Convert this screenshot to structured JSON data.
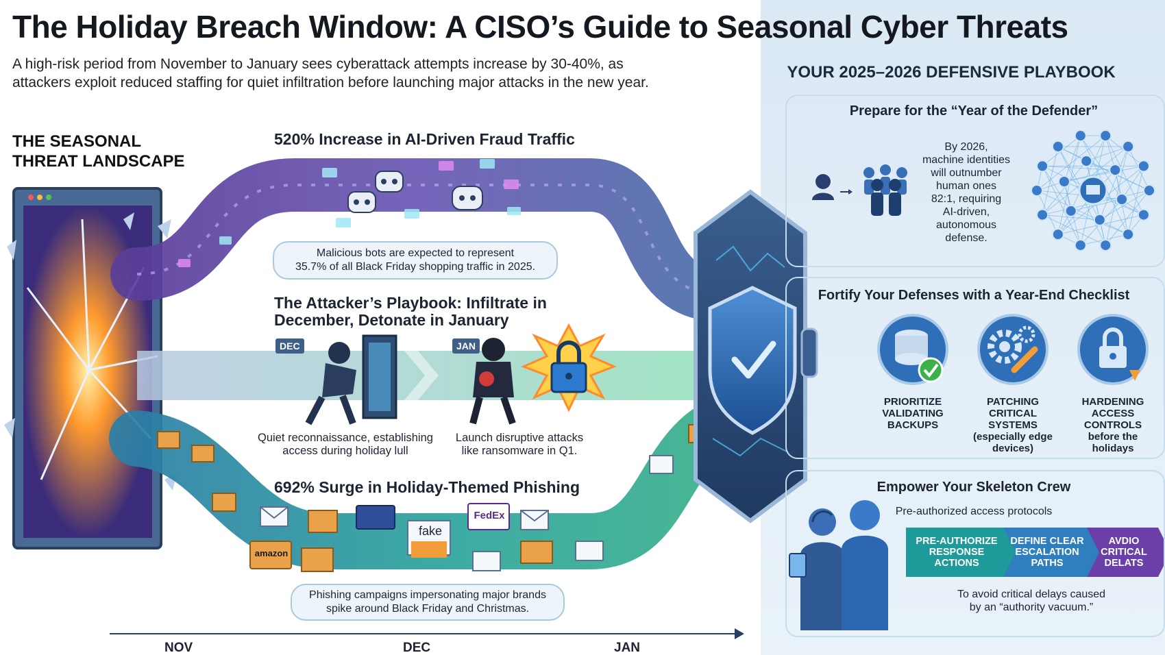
{
  "header": {
    "title": "The Holiday Breach Window: A CISO’s Guide to Seasonal Cyber Threats",
    "subtitle_line1": "A high-risk period from November to January sees cyberattack attempts increase by 30-40%, as",
    "subtitle_line2": "attackers exploit reduced staffing for quiet infiltration before launching major attacks in the new year."
  },
  "landscape": {
    "title_line1": "THE SEASONAL",
    "title_line2": "THREAT LANDSCAPE",
    "fraud": {
      "headline": "520% Increase in AI-Driven Fraud Traffic",
      "callout_line1": "Malicious bots are expected to represent",
      "callout_line2": "35.7% of all Black Friday shopping traffic in 2025."
    },
    "attacker": {
      "headline_line1": "The Attacker’s Playbook: Infiltrate in",
      "headline_line2": "December, Detonate in January",
      "dec_tag": "DEC",
      "jan_tag": "JAN",
      "dec_caption_line1": "Quiet reconnaissance, establishing",
      "dec_caption_line2": "access during holiday lull",
      "jan_caption_line1": "Launch disruptive attacks",
      "jan_caption_line2": "like ransomware in Q1."
    },
    "phishing": {
      "headline": "692% Surge in Holiday-Themed Phishing",
      "callout_line1": "Phishing campaigns impersonating major brands",
      "callout_line2": "spike around Black Friday and Christmas.",
      "envelope_fake": "fake",
      "brand_fedex": "FedEx",
      "brand_amazon": "amazon"
    },
    "timeline": [
      "NOV",
      "DEC",
      "JAN"
    ]
  },
  "playbook": {
    "title": "YOUR 2025–2026 DEFENSIVE PLAYBOOK",
    "defender": {
      "title": "Prepare for the “Year of the Defender”",
      "text_lines": [
        "By 2026,",
        "machine identities",
        "will outnumber",
        "human ones",
        "82:1, requiring",
        "AI-driven,",
        "autonomous",
        "defense."
      ]
    },
    "checklist": {
      "title": "Fortify Your Defenses with a Year-End Checklist",
      "items": [
        {
          "lines": [
            "PRIORITIZE",
            "VALIDATING",
            "BACKUPS"
          ]
        },
        {
          "lines": [
            "PATCHING",
            "CRITICAL",
            "SYSTEMS",
            "(especially edge",
            "devices)"
          ]
        },
        {
          "lines": [
            "HARDENING",
            "ACCESS",
            "CONTROLS",
            "before the",
            "holidays"
          ]
        }
      ]
    },
    "crew": {
      "title": "Empower Your Skeleton Crew",
      "subtitle": "Pre-authorized access protocols",
      "steps": [
        {
          "lines": [
            "PRE-AUTHORIZE",
            "RESPONSE",
            "ACTIONS"
          ],
          "color": "#1f9a9a"
        },
        {
          "lines": [
            "DEFINE CLEAR",
            "ESCALATION",
            "PATHS"
          ],
          "color": "#2f7fbf"
        },
        {
          "lines": [
            "AVDIO",
            "CRITICAL",
            "DELATS"
          ],
          "color": "#6a3fa8"
        }
      ],
      "caption_line1": "To avoid critical delays caused",
      "caption_line2": "by an “authority vacuum.”"
    }
  },
  "colors": {
    "tube_purple": "#6b4fa8",
    "tube_teal": "#2a9aa8",
    "arrow_blue": "#8fb0d6",
    "accent_orange": "#f39c3a",
    "panel_bg": "#e6f0f8",
    "shield_blue": "#2f6fb8"
  }
}
